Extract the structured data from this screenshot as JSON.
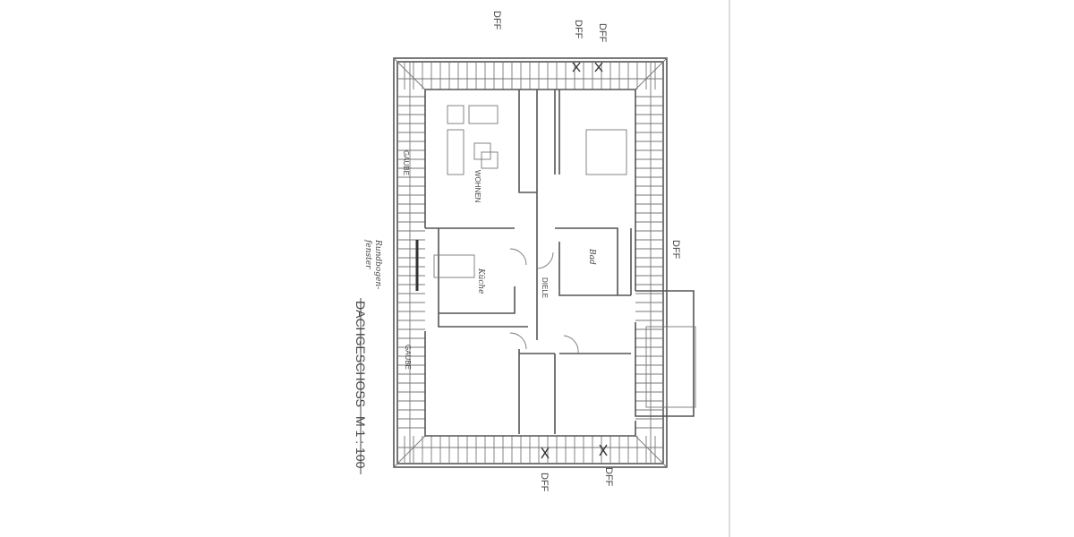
{
  "plan": {
    "title": "DACHGESCHOSS",
    "scale": "M 1 : 100",
    "rooms": {
      "living": "WOHNEN",
      "kitchen": "Küche",
      "hall": "DIELE",
      "bath": "Bad"
    },
    "dormer_label": "GAUBE",
    "window_label": "DFF",
    "arched_window_note": [
      "Rundbogen-",
      "fenster"
    ],
    "colors": {
      "paper": "#ffffff",
      "ink": "#555555",
      "page_edge": "#dddddd"
    }
  }
}
